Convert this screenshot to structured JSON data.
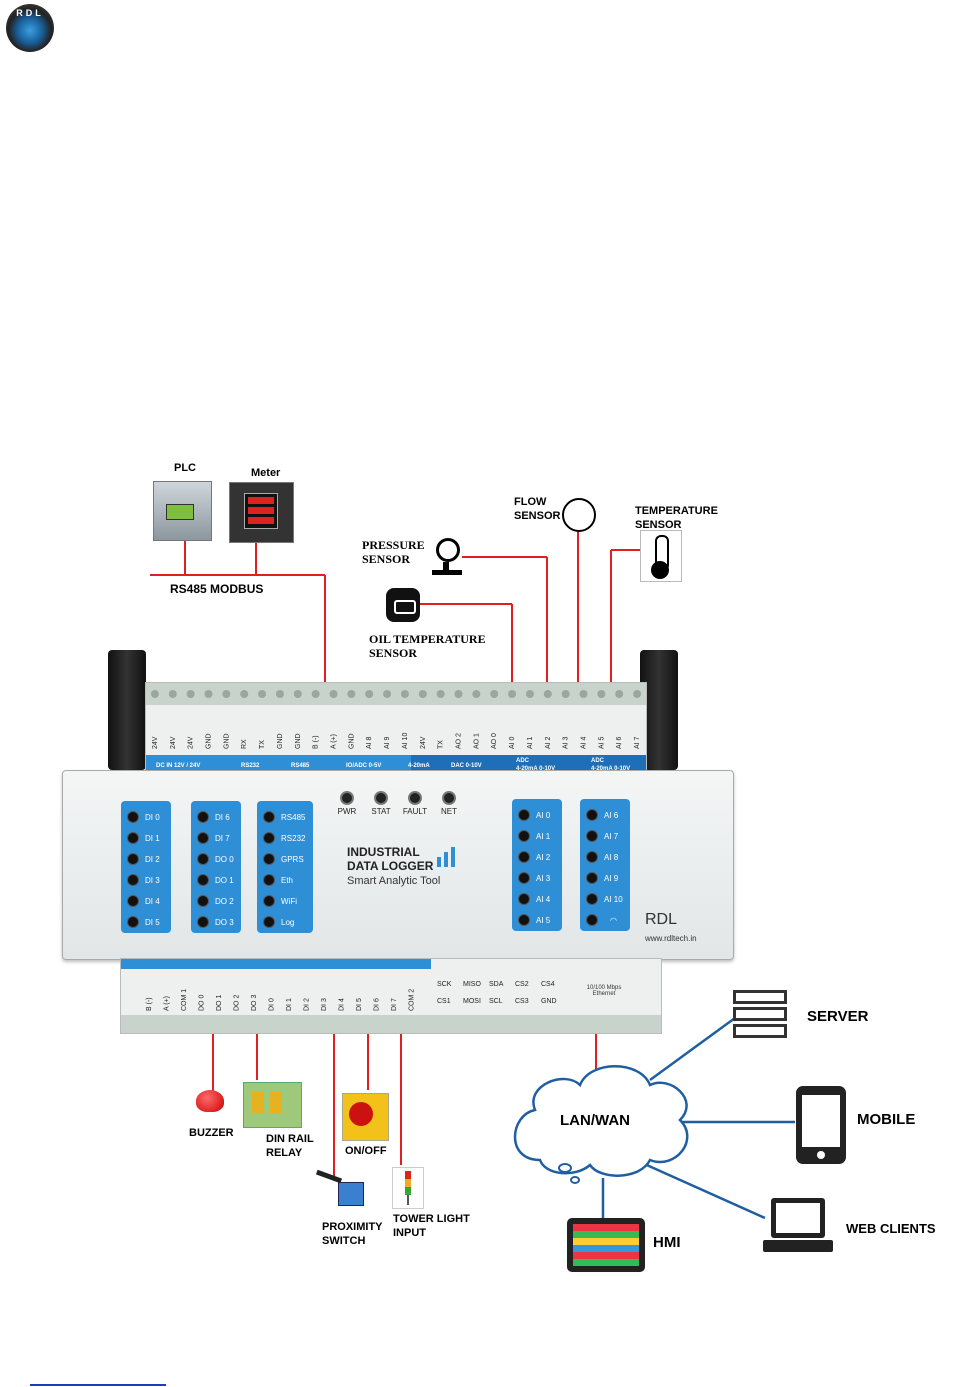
{
  "logo": {
    "text": "RDL"
  },
  "sensors": {
    "plc": "PLC",
    "meter": "Meter",
    "rs485_bus": "RS485 MODBUS",
    "pressure": "PRESSURE\nSENSOR",
    "oil_temp": "OIL TEMPERATURE\nSENSOR",
    "flow": "FLOW\nSENSOR",
    "temperature": "TEMPERATURE\nSENSOR"
  },
  "top_terminals": [
    "24V",
    "24V",
    "24V",
    "GND",
    "GND",
    "RX",
    "TX",
    "GND",
    "GND",
    "B (-)",
    "A (+)",
    "GND",
    "AI 8",
    "AI 9",
    "AI 10",
    "24V",
    "TX",
    "AO 2",
    "AO 1",
    "AO 0",
    "AI 0",
    "AI 1",
    "AI 2",
    "AI 3",
    "AI 4",
    "AI 5",
    "AI 6",
    "AI 7"
  ],
  "top_groups": [
    "DC IN 12V / 24V",
    "RS232",
    "RS485",
    "IO/ADC 0-5V",
    "4-20mA",
    "DAC 0-10V",
    "ADC\n4-20mA  0-10V",
    "ADC\n4-20mA  0-10V"
  ],
  "status_leds": [
    "PWR",
    "STAT",
    "FAULT",
    "NET"
  ],
  "panel_di": [
    "DI 0",
    "DI 1",
    "DI 2",
    "DI 3",
    "DI 4",
    "DI 5"
  ],
  "panel_do": [
    "DI 6",
    "DI 7",
    "DO 0",
    "DO 1",
    "DO 2",
    "DO 3"
  ],
  "panel_comm": [
    "RS485",
    "RS232",
    "GPRS",
    "Eth",
    "WiFi",
    "Log"
  ],
  "panel_ai1": [
    "AI 0",
    "AI 1",
    "AI 2",
    "AI 3",
    "AI 4",
    "AI 5"
  ],
  "panel_ai2": [
    "AI 6",
    "AI 7",
    "AI 8",
    "AI 9",
    "AI 10",
    ""
  ],
  "device": {
    "title_line1": "INDUSTRIAL",
    "title_line2": "DATA LOGGER",
    "subtitle": "Smart Analytic Tool",
    "brand": "RDL",
    "website": "www.rdltech.in"
  },
  "bottom_terminals": [
    "B (-)",
    "A (+)",
    "COM 1",
    "DO 0",
    "DO 1",
    "DO 2",
    "DO 3",
    "DI 0",
    "DI 1",
    "DI 2",
    "DI 3",
    "DI 4",
    "DI 5",
    "DI 6",
    "DI 7",
    "COM 2"
  ],
  "spi_top": [
    "SCK",
    "MISO",
    "SDA",
    "CS2",
    "CS4"
  ],
  "spi_bottom": [
    "CS1",
    "MOSI",
    "SCL",
    "CS3",
    "GND"
  ],
  "ethernet": "10/100 Mbps\nEthernet",
  "outputs": {
    "buzzer": "BUZZER",
    "relay": "DIN RAIL\nRELAY",
    "onoff": "ON/OFF",
    "proximity": "PROXIMITY\nSWITCH",
    "tower": "TOWER LIGHT\nINPUT"
  },
  "network": {
    "cloud": "LAN/WAN",
    "server": "SERVER",
    "mobile": "MOBILE",
    "web": "WEB CLIENTS",
    "hmi": "HMI"
  },
  "colors": {
    "panel_blue": "#2f8fd6",
    "wire_red": "#e02020",
    "net_blue": "#1f5fa0"
  }
}
